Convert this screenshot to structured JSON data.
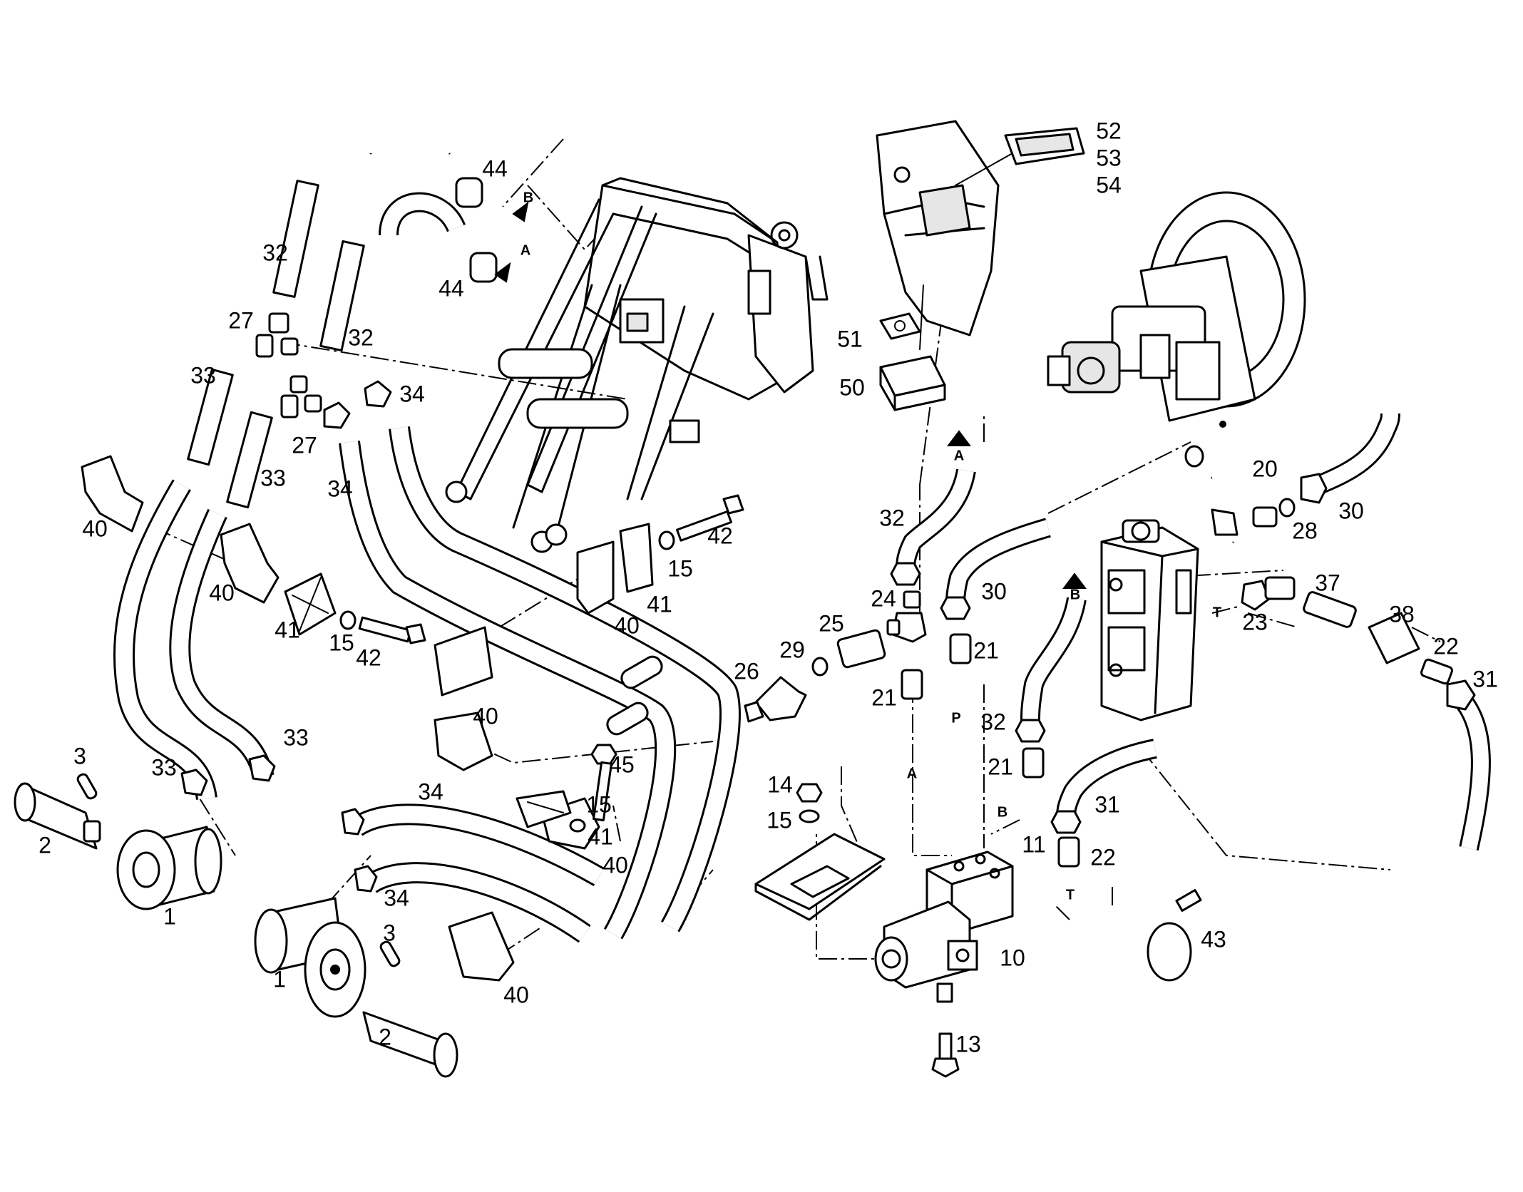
{
  "callouts": {
    "c1a": "1",
    "c1b": "1",
    "c2a": "2",
    "c2b": "2",
    "c3a": "3",
    "c3b": "3",
    "c10": "10",
    "c11": "11",
    "c13": "13",
    "c14": "14",
    "c15a": "15",
    "c15b": "15",
    "c15c": "15",
    "c15d": "15",
    "c20": "20",
    "c21a": "21",
    "c21b": "21",
    "c21c": "21",
    "c22a": "22",
    "c22b": "22",
    "c23": "23",
    "c24": "24",
    "c25": "25",
    "c26": "26",
    "c27a": "27",
    "c27b": "27",
    "c28": "28",
    "c29": "29",
    "c30a": "30",
    "c30b": "30",
    "c31a": "31",
    "c31b": "31",
    "c32a": "32",
    "c32b": "32",
    "c32c": "32",
    "c32d": "32",
    "c33a": "33",
    "c33b": "33",
    "c33c": "33",
    "c33d": "33",
    "c34a": "34",
    "c34b": "34",
    "c34c": "34",
    "c34d": "34",
    "c37": "37",
    "c38": "38",
    "c40a": "40",
    "c40b": "40",
    "c40c": "40",
    "c40d": "40",
    "c40e": "40",
    "c40f": "40",
    "c41a": "41",
    "c41b": "41",
    "c41c": "41",
    "c42a": "42",
    "c42b": "42",
    "c43": "43",
    "c44a": "44",
    "c44b": "44",
    "c45": "45",
    "c50": "50",
    "c51": "51",
    "c52": "52",
    "c53": "53",
    "c54": "54"
  },
  "port_letters": {
    "arrowB_top": "B",
    "arrowA_top": "A",
    "arrowA_mid": "A",
    "arrowB_mid": "B",
    "line_A": "A",
    "line_P": "P",
    "line_B": "B",
    "line_T_valve": "T",
    "line_T_bottom": "T"
  }
}
